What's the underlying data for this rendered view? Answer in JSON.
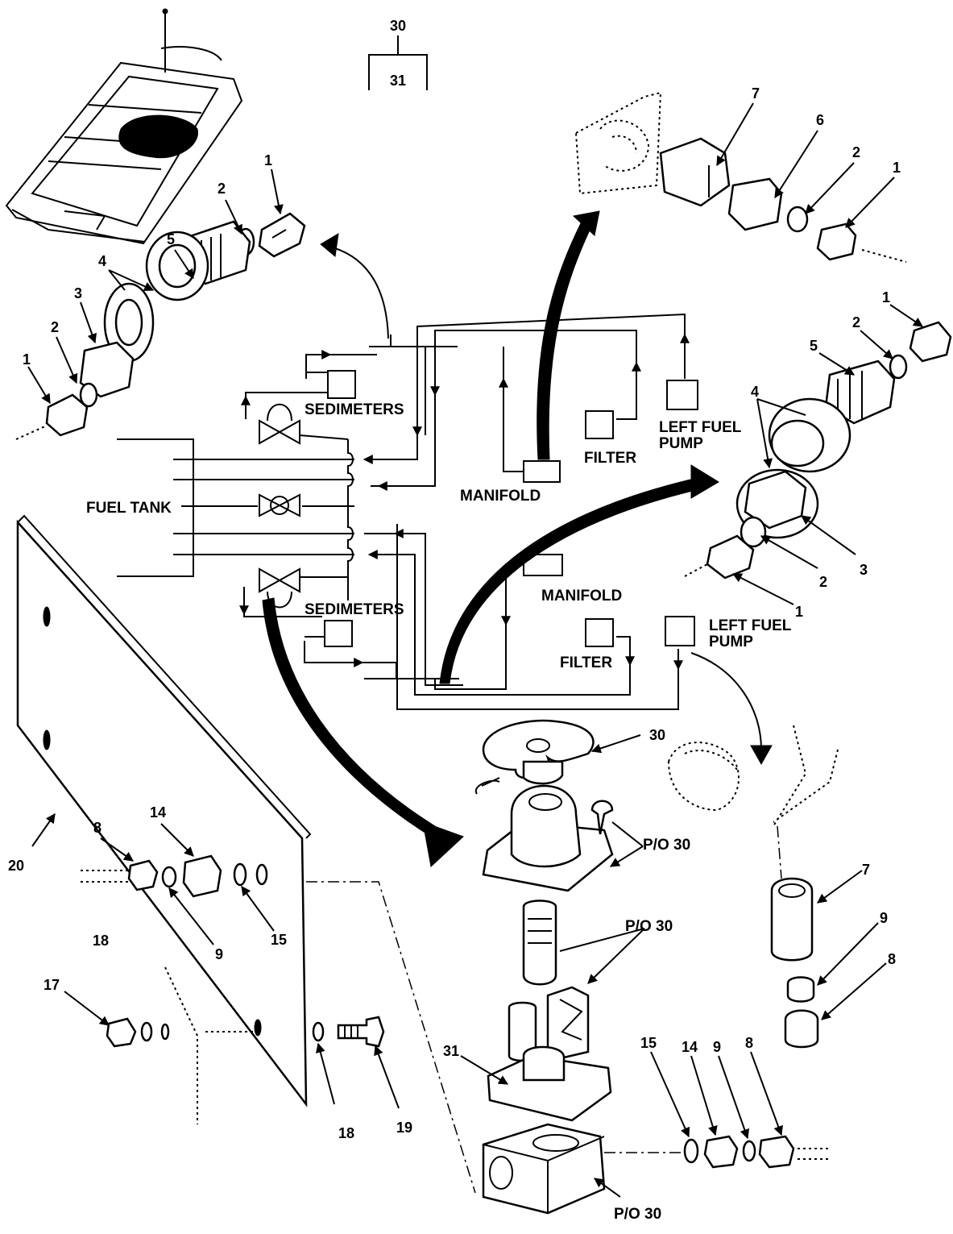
{
  "figure_ref": {
    "top": "30",
    "bottom": "31"
  },
  "schematic_labels": {
    "fuel_tank": "FUEL TANK",
    "sedimeters_upper": "SEDIMETERS",
    "sedimeters_lower": "SEDIMETERS",
    "manifold_upper": "MANIFOLD",
    "manifold_lower": "MANIFOLD",
    "filter_upper": "FILTER",
    "filter_lower": "FILTER",
    "left_fuel_pump_upper": [
      "LEFT FUEL",
      "PUMP"
    ],
    "left_fuel_pump_lower": [
      "LEFT FUEL",
      "PUMP"
    ]
  },
  "callouts": {
    "ul_1a": "1",
    "ul_2a": "2",
    "ul_5": "5",
    "ul_4": "4",
    "ul_3": "3",
    "ul_2b": "2",
    "ul_1b": "1",
    "ur_7": "7",
    "ur_6": "6",
    "ur_2": "2",
    "ur_1": "1",
    "r_1a": "1",
    "r_2a": "2",
    "r_5": "5",
    "r_4": "4",
    "r_3": "3",
    "r_2b": "2",
    "r_1b": "1",
    "s_30": "30",
    "s_po30a": "P/O 30",
    "s_po30b": "P/O 30",
    "s_31": "31",
    "s_po30c": "P/O 30",
    "rr_7": "7",
    "rr_9": "9",
    "rr_8": "8",
    "br_15": "15",
    "br_14": "14",
    "br_9": "9",
    "br_8": "8",
    "l_20": "20",
    "l_8": "8",
    "l_14": "14",
    "l_9": "9",
    "l_15": "15",
    "l_18a": "18",
    "l_17": "17",
    "l_18b": "18",
    "l_19": "19"
  }
}
